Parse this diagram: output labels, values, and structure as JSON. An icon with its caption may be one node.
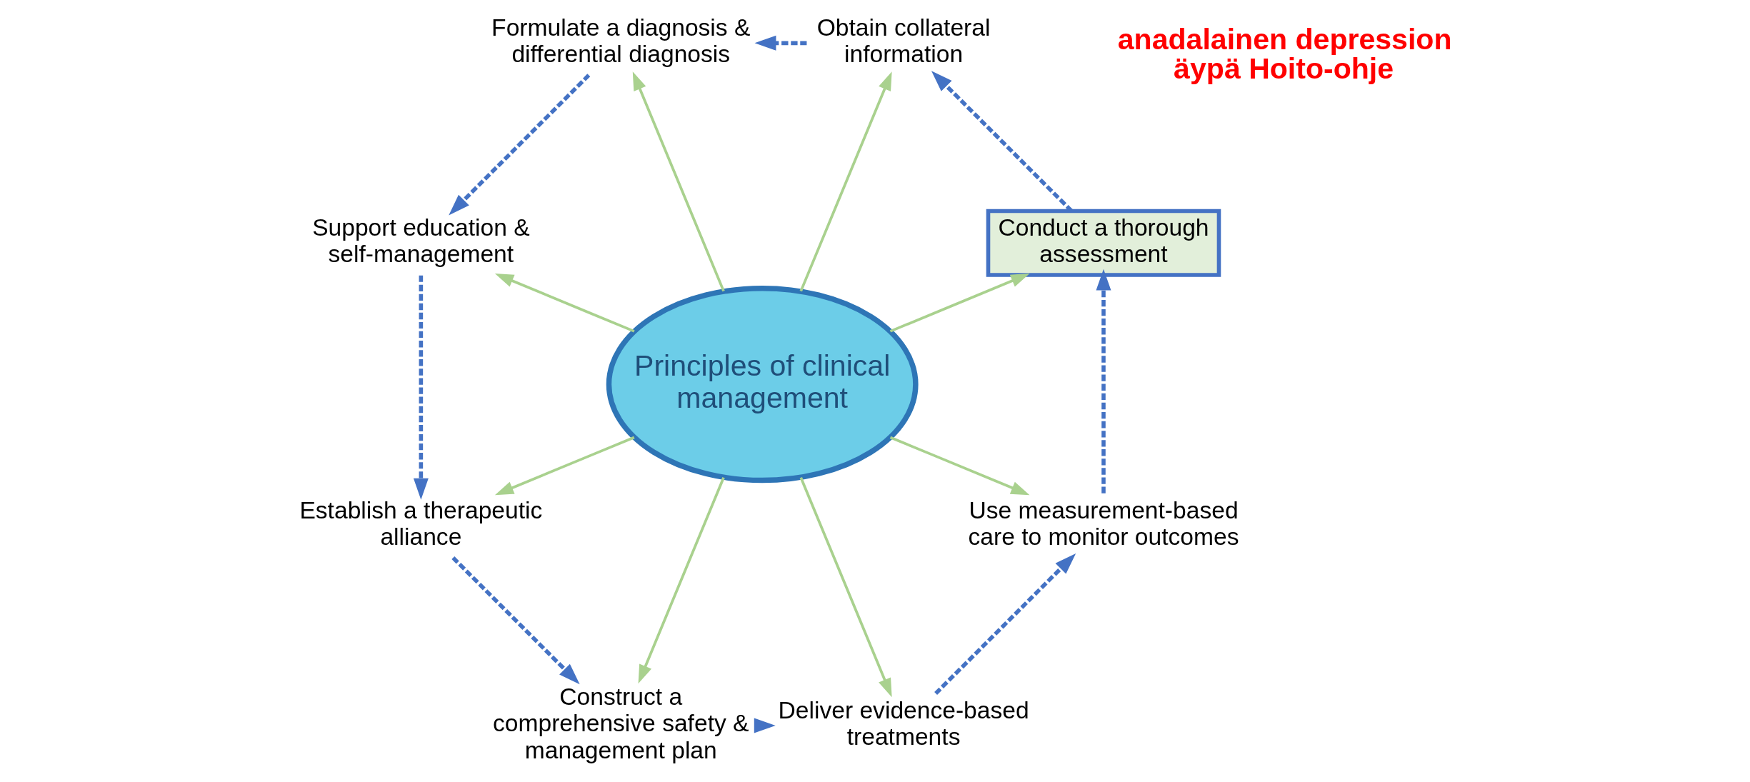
{
  "diagram": {
    "nodes": [
      {
        "text": [
          "Principles of clinical management"
        ]
      },
      {
        "text": [
          "Conduct a thorough assessment"
        ]
      },
      {
        "text": [
          "Obtain collateral information"
        ]
      },
      {
        "text": [
          "Formulate a diagnosis & differential diagnosis"
        ]
      },
      {
        "text": [
          "Support education & self-management"
        ]
      },
      {
        "text": [
          "Establish a therapeutic alliance"
        ]
      },
      {
        "text": [
          "Construct a comprehensive safety & management plan"
        ]
      },
      {
        "text": [
          "Deliver evidence-based treatments"
        ]
      },
      {
        "text": [
          "Use measurement-based care to monitor outcomes"
        ]
      }
    ],
    "edges": [
      {
        "from": 0,
        "to": 1,
        "arrow": "to",
        "color": "#a9d18e"
      },
      {
        "from": 0,
        "to": 2,
        "arrow": "to",
        "color": "#a9d18e"
      },
      {
        "from": 0,
        "to": 3,
        "arrow": "to",
        "color": "#a9d18e"
      },
      {
        "from": 0,
        "to": 4,
        "arrow": "to",
        "color": "#a9d18e"
      },
      {
        "from": 0,
        "to": 5,
        "arrow": "to",
        "color": "#a9d18e"
      },
      {
        "from": 0,
        "to": 6,
        "arrow": "to",
        "color": "#a9d18e"
      },
      {
        "from": 0,
        "to": 7,
        "arrow": "to",
        "color": "#a9d18e"
      },
      {
        "from": 0,
        "to": 8,
        "arrow": "to",
        "color": "#a9d18e"
      },
      {
        "from": 1,
        "to": 2,
        "arrow": "to",
        "style": "dashed",
        "color": "#4472c4"
      },
      {
        "from": 2,
        "to": 3,
        "arrow": "to",
        "style": "dashed",
        "color": "#4472c4"
      },
      {
        "from": 3,
        "to": 4,
        "arrow": "to",
        "style": "dashed",
        "color": "#4472c4"
      },
      {
        "from": 4,
        "to": 5,
        "arrow": "to",
        "style": "dashed",
        "color": "#4472c4"
      },
      {
        "from": 5,
        "to": 6,
        "arrow": "to",
        "style": "dashed",
        "color": "#4472c4"
      },
      {
        "from": 6,
        "to": 7,
        "arrow": "to",
        "style": "dashed",
        "color": "#4472c4"
      },
      {
        "from": 7,
        "to": 8,
        "arrow": "to",
        "style": "dashed",
        "color": "#4472c4"
      },
      {
        "from": 8,
        "to": 1,
        "arrow": "to",
        "style": "dashed",
        "color": "#4472c4"
      }
    ],
    "labels": [
      "anadalainen depression äypä Hoito-ohje"
    ]
  }
}
